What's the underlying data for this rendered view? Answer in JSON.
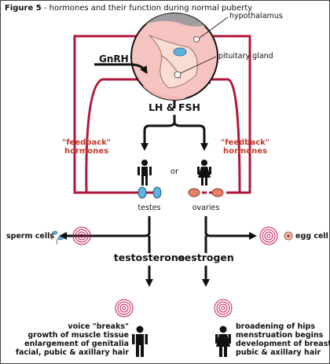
{
  "figure": {
    "label": "Figure 5",
    "caption": " - hormones and their function during normal puberty"
  },
  "brain": {
    "hypothalamus_label": "hypothalamus",
    "gnrh_label": "GnRH",
    "pituitary_label": "pituitary gland"
  },
  "hormones": {
    "lh_fsh": "LH & FSH",
    "feedback_left_line1": "\"feedback\"",
    "feedback_left_line2": "hormones",
    "feedback_right_line1": "\"feedback\"",
    "feedback_right_line2": "hormones",
    "or": "or",
    "testes": "testes",
    "ovaries": "ovaries",
    "testosterone": "testosterone",
    "oestrogen": "oestrogen"
  },
  "cells": {
    "sperm_cells": "sperm cells",
    "egg_cell": "egg cell"
  },
  "male_effects": [
    "voice \"breaks\"",
    "growth of muscle tissue",
    "enlargement of genitalia",
    "facial, pubic & axillary hair"
  ],
  "female_effects": [
    "broadening of hips",
    "menstruation begins",
    "development of breasts",
    "pubic & axillary hair"
  ],
  "colors": {
    "feedback_line": "#b0173a",
    "text_red": "#c0392b",
    "testes_fill": "#5fb3e0",
    "ovaries_fill": "#e8806a",
    "target_ring": "#c2185b",
    "brain_gray": "#9e9e9e",
    "brain_pink": "#f6c4c0"
  }
}
